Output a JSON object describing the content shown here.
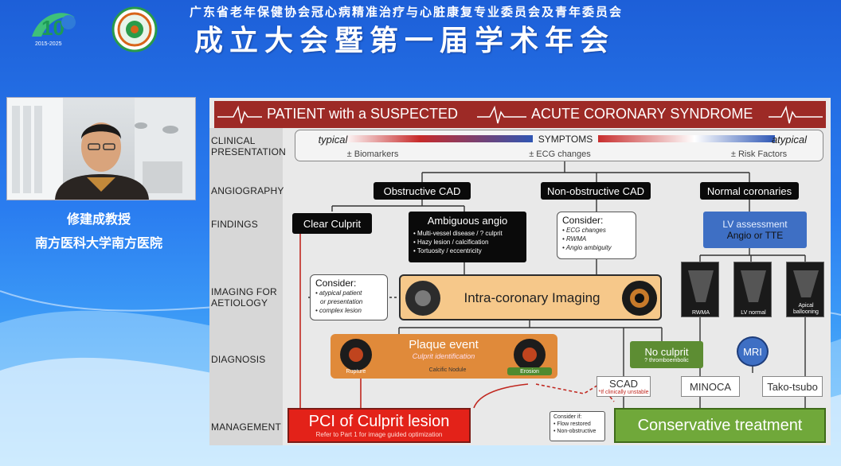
{
  "header": {
    "subtitle": "广东省老年保健协会冠心病精准治疗与心脏康复专业委员会及青年委员会",
    "title": "成立大会暨第一届学术年会",
    "logo1_year": "2015-2025"
  },
  "speaker": {
    "name": "修建成教授",
    "affiliation": "南方医科大学南方医院"
  },
  "slide": {
    "title_left": "PATIENT with a SUSPECTED",
    "title_right": "ACUTE CORONARY SYNDROME",
    "row_labels": {
      "clinical": [
        "CLINICAL",
        "PRESENTATION"
      ],
      "angiography": "ANGIOGRAPHY",
      "findings": "FINDINGS",
      "imaging": [
        "IMAGING FOR",
        "AETIOLOGY"
      ],
      "diagnosis": "DIAGNOSIS",
      "management": "MANAGEMENT"
    },
    "symptoms": {
      "typical": "typical",
      "label": "SYMPTOMS",
      "atypical": "atypical",
      "biomarkers": "± Biomarkers",
      "ecg": "± ECG changes",
      "risk": "± Risk Factors"
    },
    "angiography": {
      "obstructive": "Obstructive CAD",
      "non_obstructive": "Non-obstructive CAD",
      "normal": "Normal coronaries"
    },
    "findings": {
      "clear_culprit": "Clear Culprit",
      "ambiguous_title": "Ambiguous angio",
      "ambiguous_items": [
        "Multi-vessel disease / ? culprit",
        "Hazy lesion / calcification",
        "Tortuosity / eccentricity"
      ],
      "consider_title": "Consider:",
      "consider_items": [
        "ECG changes",
        "RWMA",
        "Angio ambiguity"
      ],
      "lv_line1": "LV assessment",
      "lv_line2": "Angio or  TTE"
    },
    "imaging": {
      "consider_title": "Consider:",
      "consider_items": [
        "atypical patient",
        "or presentation",
        "complex lesion"
      ],
      "intra": "Intra-coronary Imaging",
      "echo_labels": [
        "RWMA",
        "LV normal",
        "Apical ballooning"
      ]
    },
    "diagnosis": {
      "plaque_title": "Plaque event",
      "plaque_sub": "Culprit identification",
      "rupture": "Rupture",
      "calcific": "Calcific Nodule",
      "erosion": "Erosion",
      "no_culprit": "No culprit",
      "no_culprit_sub": "? thromboembolic",
      "mri": "MRI",
      "scad": "SCAD",
      "scad_note": "*If clinically unstable",
      "minoca": "MINOCA",
      "tako": "Tako-tsubo"
    },
    "management": {
      "pci": "PCI of Culprit lesion",
      "pci_sub": "Refer to Part 1 for image guided optimization",
      "consider_title": "Consider if:",
      "consider_items": [
        "Flow restored",
        "Non-obstructive"
      ],
      "conservative": "Conservative treatment"
    }
  }
}
